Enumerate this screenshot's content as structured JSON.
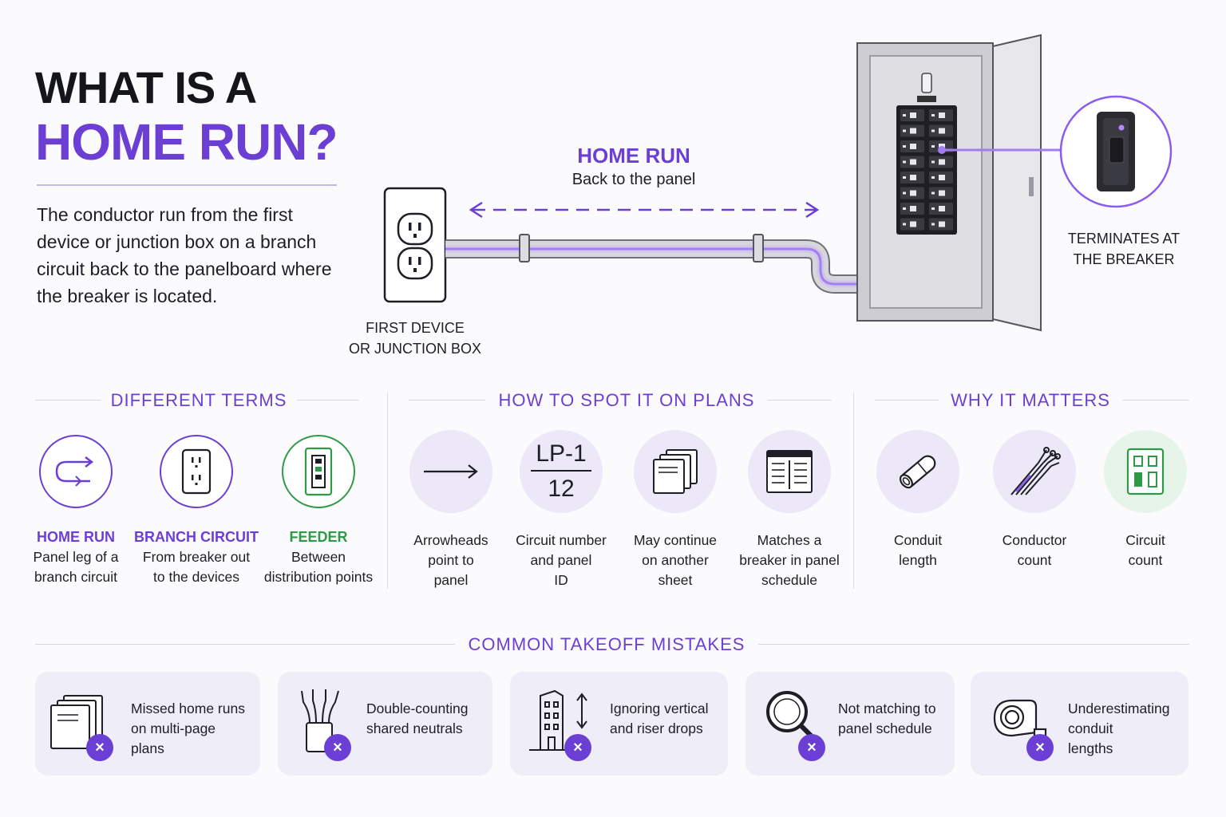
{
  "header": {
    "title_line1": "WHAT IS A",
    "title_line2": "HOME RUN?",
    "description": "The conductor run from the first device or junction box on a branch circuit back to the panelboard where the breaker is located."
  },
  "diagram": {
    "run_label": "HOME RUN",
    "run_sublabel": "Back to the panel",
    "device_label_line1": "FIRST DEVICE",
    "device_label_line2": "OR JUNCTION BOX",
    "breaker_label_line1": "TERMINATES AT",
    "breaker_label_line2": "THE BREAKER"
  },
  "sections": {
    "terms": {
      "heading": "DIFFERENT TERMS",
      "items": [
        {
          "title": "HOME RUN",
          "line1": "Panel leg of a",
          "line2": "branch circuit",
          "icon": "return-arrow-icon"
        },
        {
          "title": "BRANCH CIRCUIT",
          "line1": "From breaker out",
          "line2": "to the devices",
          "icon": "outlet-icon"
        },
        {
          "title": "FEEDER",
          "line1": "Between",
          "line2": "distribution points",
          "icon": "subpanel-icon"
        }
      ]
    },
    "spot": {
      "heading": "HOW TO SPOT IT ON PLANS",
      "lp_top": "LP-1",
      "lp_bottom": "12",
      "items": [
        {
          "line1": "Arrowheads",
          "line2": "point to",
          "line3": "panel",
          "icon": "arrow-right-icon"
        },
        {
          "line1": "Circuit number",
          "line2": "and panel",
          "line3": "ID",
          "icon": "circuit-tag-icon"
        },
        {
          "line1": "May continue",
          "line2": "on another",
          "line3": "sheet",
          "icon": "stacked-sheets-icon"
        },
        {
          "line1": "Matches a",
          "line2": "breaker in panel",
          "line3": "schedule",
          "icon": "schedule-table-icon"
        }
      ]
    },
    "matters": {
      "heading": "WHY IT MATTERS",
      "items": [
        {
          "line1": "Conduit",
          "line2": "length",
          "icon": "conduit-icon"
        },
        {
          "line1": "Conductor",
          "line2": "count",
          "icon": "conductors-icon"
        },
        {
          "line1": "Circuit",
          "line2": "count",
          "icon": "breaker-pair-icon"
        }
      ]
    }
  },
  "mistakes": {
    "heading": "COMMON TAKEOFF MISTAKES",
    "cards": [
      {
        "line1": "Missed home runs",
        "line2": "on multi-page",
        "line3": "plans",
        "icon": "stacked-pages-icon"
      },
      {
        "line1": "Double-counting",
        "line2": "shared neutrals",
        "line3": "",
        "icon": "wire-bundle-icon"
      },
      {
        "line1": "Ignoring vertical",
        "line2": "and riser drops",
        "line3": "",
        "icon": "building-riser-icon"
      },
      {
        "line1": "Not matching to",
        "line2": "panel schedule",
        "line3": "",
        "icon": "magnifier-icon"
      },
      {
        "line1": "Underestimating",
        "line2": "conduit",
        "line3": "lengths",
        "icon": "tape-measure-icon"
      }
    ],
    "badge_symbol": "×"
  },
  "colors": {
    "accent": "#6b3fd4",
    "feeder_green": "#2e9a47",
    "panel_gray": "#c9c9cf",
    "card_bg": "#efedf8"
  }
}
